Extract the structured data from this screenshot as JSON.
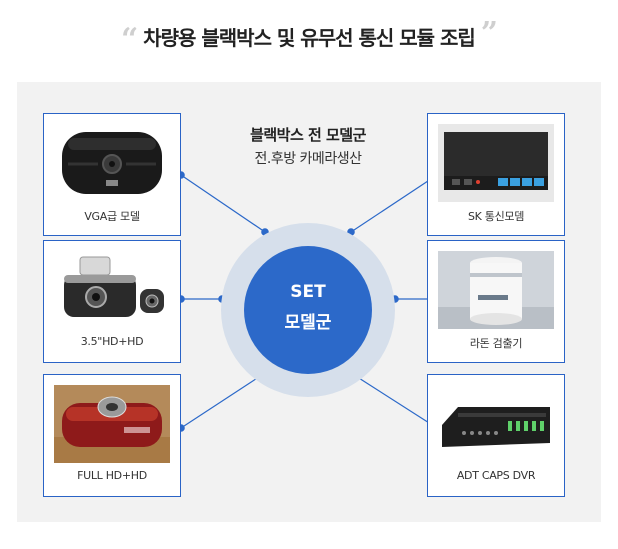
{
  "title": {
    "open_quote": "“",
    "text": "차량용 블랙박스 및 유무선 통신 모듈 조립",
    "close_quote": "”"
  },
  "heading": {
    "line1": "블랙박스 전 모델군",
    "line2": "전.후방 카메라생산"
  },
  "center": {
    "line1": "SET",
    "line2": "모델군"
  },
  "cards": {
    "left_top": "VGA급 모델",
    "left_mid": "3.5\"HD+HD",
    "left_bottom": "FULL HD+HD",
    "right_top": "SK 통신모뎀",
    "right_mid": "라돈 검출기",
    "right_bottom": "ADT CAPS DVR"
  },
  "colors": {
    "accent_blue": "#2c69c9",
    "ring": "#d6dfeb",
    "panel": "#f2f2f2"
  }
}
